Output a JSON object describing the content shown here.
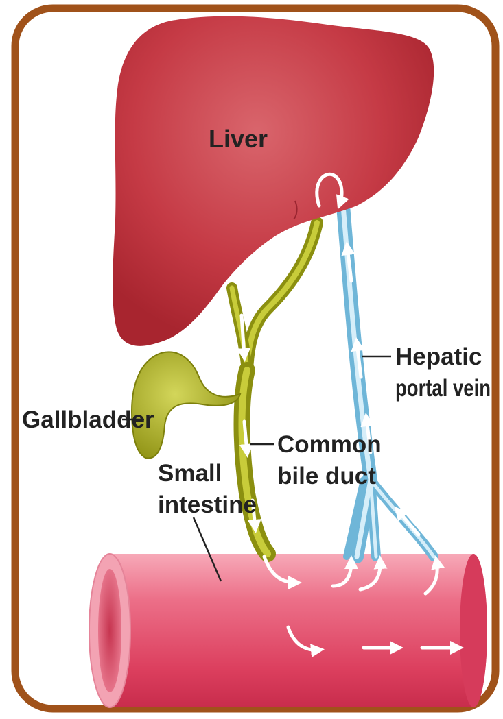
{
  "labels": {
    "liver": "Liver",
    "gallbladder": "Gallbladder",
    "hepatic_portal_vein": [
      "Hepatic",
      "portal vein"
    ],
    "common_bile_duct": [
      "Common",
      "bile duct"
    ],
    "small_intestine": [
      "Small",
      "intestine"
    ]
  },
  "colors": {
    "frame": "#a0521a",
    "liver": "#c53a45",
    "bile": "#a9ad1e",
    "vein": "#8fcbe6",
    "intestine": "#e24c68",
    "arrow": "#ffffff"
  }
}
